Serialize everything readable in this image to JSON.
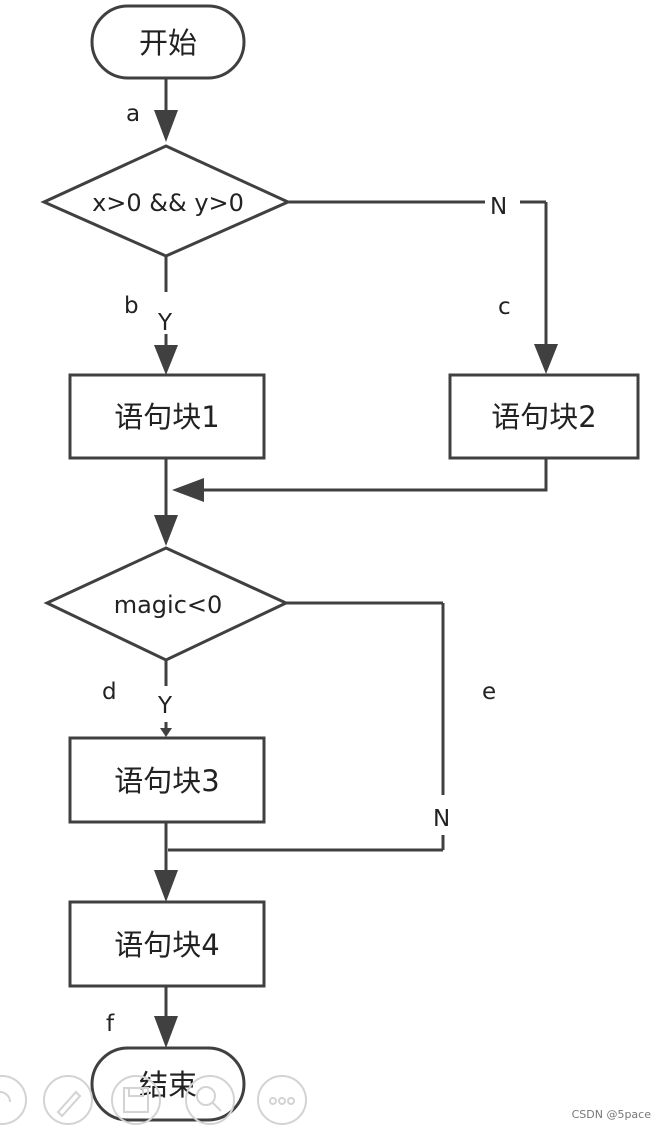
{
  "nodes": {
    "start": "开始",
    "cond1": "x>0 && y>0",
    "block1": "语句块1",
    "block2": "语句块2",
    "cond2": "magic<0",
    "block3": "语句块3",
    "block4": "语句块4",
    "end": "结束"
  },
  "edge_labels": {
    "a": "a",
    "b": "b",
    "c": "c",
    "d": "d",
    "e": "e",
    "f": "f",
    "cond1_yes": "Y",
    "cond1_no": "N",
    "cond2_yes": "Y",
    "cond2_no": "N"
  },
  "toolbar": {
    "icons": [
      "rotate-icon",
      "pen-icon",
      "save-icon",
      "zoom-icon",
      "more-icon"
    ]
  },
  "watermark": "CSDN @5pace",
  "colors": {
    "line": "#404040",
    "text": "#222222",
    "background": "#ffffff"
  }
}
